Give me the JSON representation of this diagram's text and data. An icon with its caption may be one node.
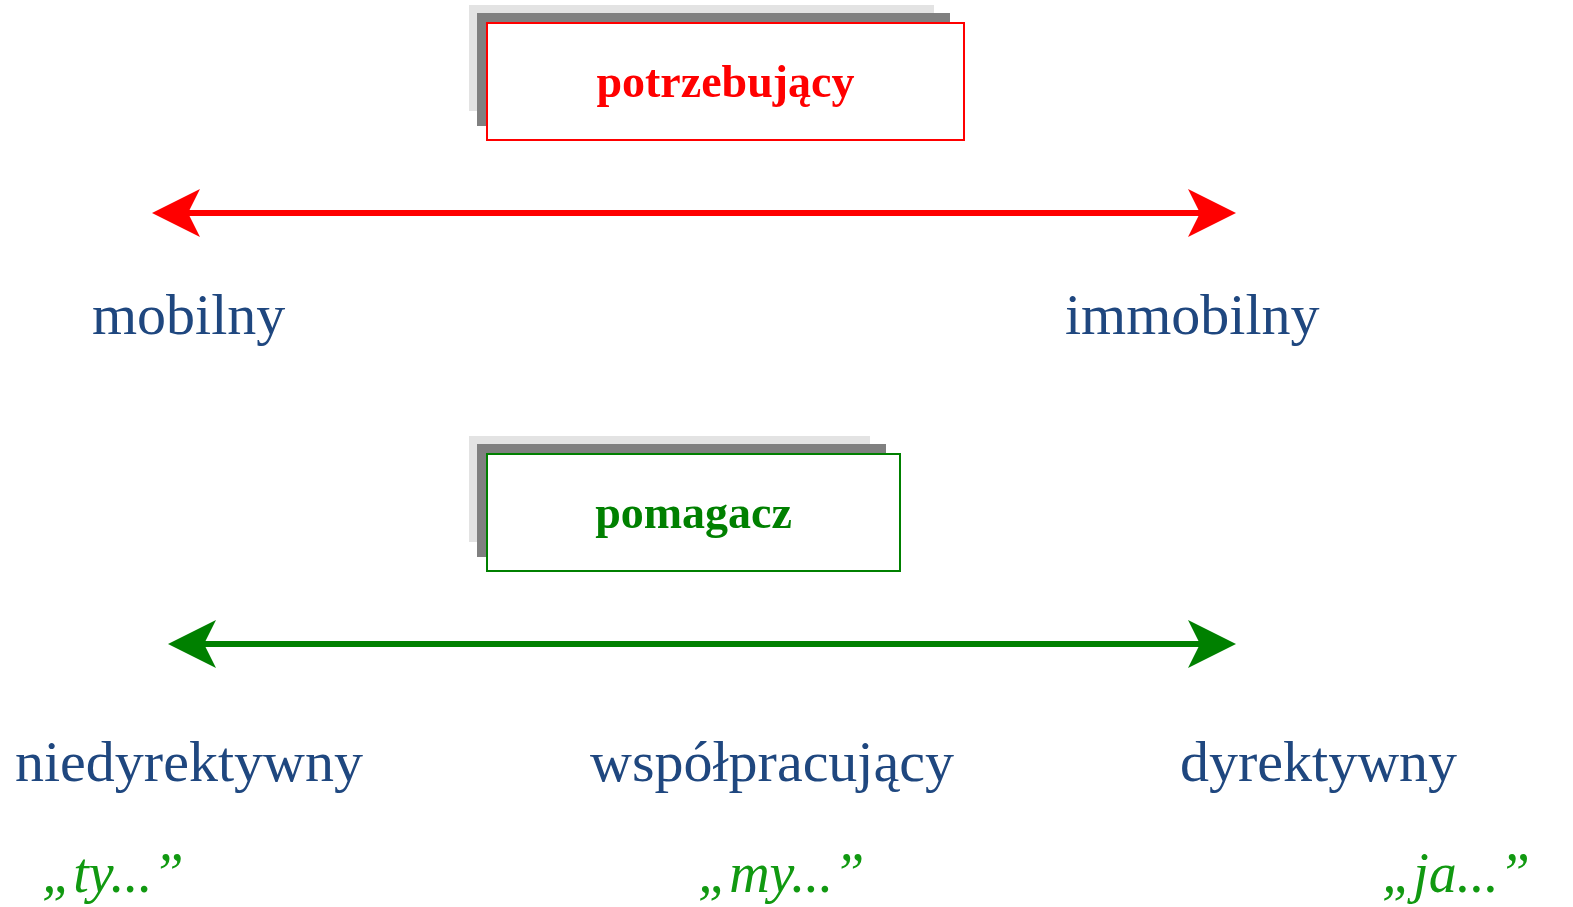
{
  "diagram": {
    "nodes": [
      {
        "text": [
          "potrzebujący"
        ]
      },
      {
        "text": [
          "pomagacz"
        ]
      }
    ],
    "labels": [
      "mobilny",
      "immobilny",
      "niedyrektywny",
      "współpracujący",
      "dyrektywny",
      "„ty...”",
      "„my...”",
      "„ja...”"
    ]
  }
}
